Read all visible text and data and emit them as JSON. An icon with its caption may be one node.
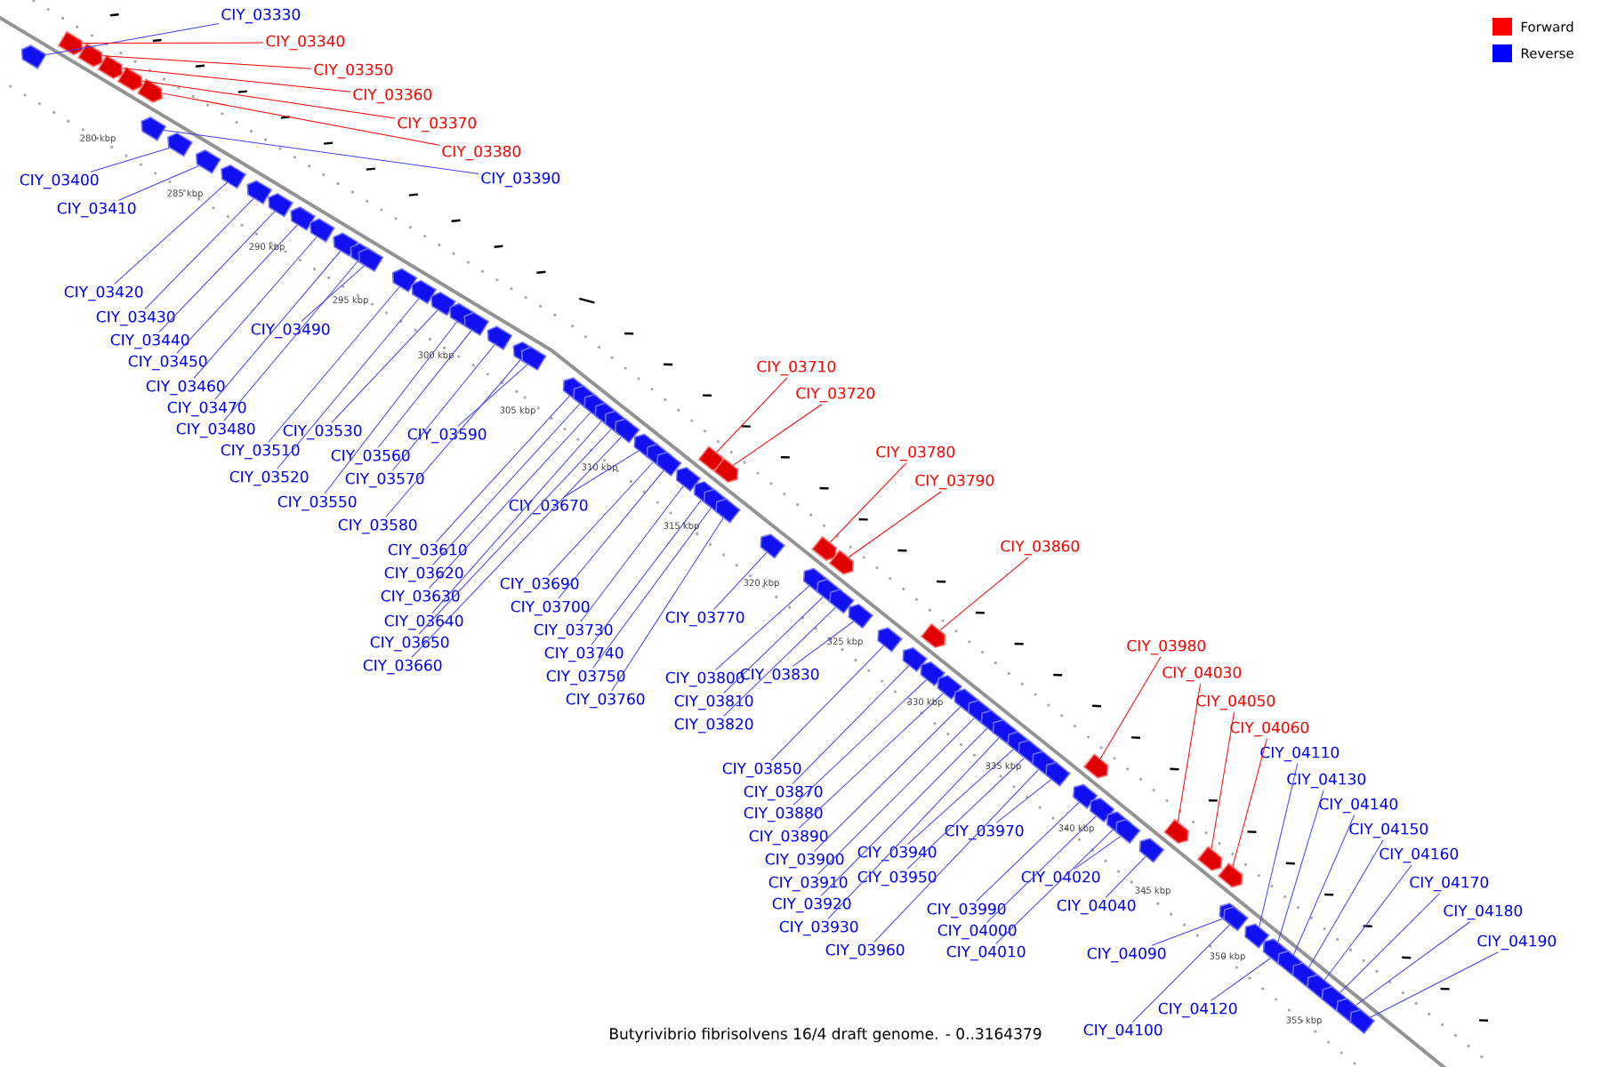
{
  "diagram": {
    "caption": "Butyrivibrio fibrisolvens 16/4 draft genome. - 0..3164379",
    "nodes": [
      {
        "text": [
          "CIY_03330"
        ]
      },
      {
        "text": [
          "CIY_03340"
        ]
      },
      {
        "text": [
          "CIY_03350"
        ]
      },
      {
        "text": [
          "CIY_03360"
        ]
      },
      {
        "text": [
          "CIY_03370"
        ]
      },
      {
        "text": [
          "CIY_03380"
        ]
      },
      {
        "text": [
          "CIY_03390"
        ]
      },
      {
        "text": [
          "CIY_03400"
        ]
      },
      {
        "text": [
          "CIY_03410"
        ]
      },
      {
        "text": [
          "CIY_03420"
        ]
      },
      {
        "text": [
          "CIY_03430"
        ]
      },
      {
        "text": [
          "CIY_03440"
        ]
      },
      {
        "text": [
          "CIY_03450"
        ]
      },
      {
        "text": [
          "CIY_03460"
        ]
      },
      {
        "text": [
          "CIY_03470"
        ]
      },
      {
        "text": [
          "CIY_03480"
        ]
      },
      {
        "text": [
          "CIY_03490"
        ]
      },
      {
        "text": [
          "CIY_03510"
        ]
      },
      {
        "text": [
          "CIY_03520"
        ]
      },
      {
        "text": [
          "CIY_03530"
        ]
      },
      {
        "text": [
          "CIY_03550"
        ]
      },
      {
        "text": [
          "CIY_03560"
        ]
      },
      {
        "text": [
          "CIY_03570"
        ]
      },
      {
        "text": [
          "CIY_03580"
        ]
      },
      {
        "text": [
          "CIY_03590"
        ]
      },
      {
        "text": [
          "CIY_03610"
        ]
      },
      {
        "text": [
          "CIY_03620"
        ]
      },
      {
        "text": [
          "CIY_03630"
        ]
      },
      {
        "text": [
          "CIY_03640"
        ]
      },
      {
        "text": [
          "CIY_03650"
        ]
      },
      {
        "text": [
          "CIY_03660"
        ]
      },
      {
        "text": [
          "CIY_03670"
        ]
      },
      {
        "text": [
          "CIY_03690"
        ]
      },
      {
        "text": [
          "CIY_03700"
        ]
      },
      {
        "text": [
          "CIY_03710"
        ]
      },
      {
        "text": [
          "CIY_03720"
        ]
      },
      {
        "text": [
          "CIY_03730"
        ]
      },
      {
        "text": [
          "CIY_03740"
        ]
      },
      {
        "text": [
          "CIY_03750"
        ]
      },
      {
        "text": [
          "CIY_03760"
        ]
      },
      {
        "text": [
          "CIY_03770"
        ]
      },
      {
        "text": [
          "CIY_03780"
        ]
      },
      {
        "text": [
          "CIY_03790"
        ]
      },
      {
        "text": [
          "CIY_03800"
        ]
      },
      {
        "text": [
          "CIY_03810"
        ]
      },
      {
        "text": [
          "CIY_03820"
        ]
      },
      {
        "text": [
          "CIY_03830"
        ]
      },
      {
        "text": [
          "CIY_03850"
        ]
      },
      {
        "text": [
          "CIY_03860"
        ]
      },
      {
        "text": [
          "CIY_03870"
        ]
      },
      {
        "text": [
          "CIY_03880"
        ]
      },
      {
        "text": [
          "CIY_03890"
        ]
      },
      {
        "text": [
          "CIY_03900"
        ]
      },
      {
        "text": [
          "CIY_03910"
        ]
      },
      {
        "text": [
          "CIY_03920"
        ]
      },
      {
        "text": [
          "CIY_03930"
        ]
      },
      {
        "text": [
          "CIY_03940"
        ]
      },
      {
        "text": [
          "CIY_03950"
        ]
      },
      {
        "text": [
          "CIY_03960"
        ]
      },
      {
        "text": [
          "CIY_03970"
        ]
      },
      {
        "text": [
          "CIY_03980"
        ]
      },
      {
        "text": [
          "CIY_03990"
        ]
      },
      {
        "text": [
          "CIY_04000"
        ]
      },
      {
        "text": [
          "CIY_04010"
        ]
      },
      {
        "text": [
          "CIY_04020"
        ]
      },
      {
        "text": [
          "CIY_04030"
        ]
      },
      {
        "text": [
          "CIY_04040"
        ]
      },
      {
        "text": [
          "CIY_04050"
        ]
      },
      {
        "text": [
          "CIY_04060"
        ]
      },
      {
        "text": [
          "CIY_04090"
        ]
      },
      {
        "text": [
          "CIY_04100"
        ]
      },
      {
        "text": [
          "CIY_04110"
        ]
      },
      {
        "text": [
          "CIY_04120"
        ]
      },
      {
        "text": [
          "CIY_04130"
        ]
      },
      {
        "text": [
          "CIY_04140"
        ]
      },
      {
        "text": [
          "CIY_04150"
        ]
      },
      {
        "text": [
          "CIY_04160"
        ]
      },
      {
        "text": [
          "CIY_04170"
        ]
      },
      {
        "text": [
          "CIY_04180"
        ]
      },
      {
        "text": [
          "CIY_04190"
        ]
      },
      {
        "text": [],
        "shape": "box"
      },
      {
        "text": [],
        "shape": "box"
      },
      {
        "text": [],
        "shape": "box"
      },
      {
        "text": [],
        "shape": "box"
      },
      {
        "text": [],
        "shape": "box"
      },
      {
        "text": [],
        "shape": "box"
      },
      {
        "text": [],
        "shape": "box"
      },
      {
        "text": [],
        "shape": "box"
      },
      {
        "text": [],
        "shape": "box"
      },
      {
        "text": [],
        "shape": "box"
      },
      {
        "text": [],
        "shape": "box"
      },
      {
        "text": [],
        "shape": "box"
      },
      {
        "text": [],
        "shape": "box"
      },
      {
        "text": [],
        "shape": "box"
      },
      {
        "text": [],
        "shape": "box"
      },
      {
        "text": [],
        "shape": "box"
      },
      {
        "text": [],
        "shape": "box"
      },
      {
        "text": [],
        "shape": "box"
      },
      {
        "text": [],
        "shape": "box"
      },
      {
        "text": [],
        "shape": "box"
      },
      {
        "text": [],
        "shape": "box"
      },
      {
        "text": [],
        "shape": "box"
      },
      {
        "text": [],
        "shape": "box"
      },
      {
        "text": [],
        "shape": "box"
      },
      {
        "text": [],
        "shape": "box"
      },
      {
        "text": [],
        "shape": "box"
      },
      {
        "text": [],
        "shape": "box"
      },
      {
        "text": [],
        "shape": "box"
      },
      {
        "text": [],
        "shape": "box"
      },
      {
        "text": [],
        "shape": "box"
      },
      {
        "text": [],
        "shape": "box"
      },
      {
        "text": [],
        "shape": "box"
      },
      {
        "text": [],
        "shape": "box"
      },
      {
        "text": [],
        "shape": "box"
      },
      {
        "text": [],
        "shape": "box"
      },
      {
        "text": [],
        "shape": "box"
      },
      {
        "text": [],
        "shape": "box"
      },
      {
        "text": [],
        "shape": "box"
      },
      {
        "text": [],
        "shape": "box"
      },
      {
        "text": [],
        "shape": "box"
      },
      {
        "text": [],
        "shape": "box"
      },
      {
        "text": [],
        "shape": "box"
      },
      {
        "text": [],
        "shape": "box"
      },
      {
        "text": [],
        "shape": "box"
      },
      {
        "text": [],
        "shape": "box"
      },
      {
        "text": [],
        "shape": "box"
      },
      {
        "text": [],
        "shape": "box"
      },
      {
        "text": [],
        "shape": "box"
      },
      {
        "text": [],
        "shape": "box"
      },
      {
        "text": [],
        "shape": "box"
      },
      {
        "text": [],
        "shape": "box"
      },
      {
        "text": [],
        "shape": "box"
      },
      {
        "text": [],
        "shape": "box"
      },
      {
        "text": [],
        "shape": "box"
      },
      {
        "text": [],
        "shape": "box"
      },
      {
        "text": [],
        "shape": "box"
      },
      {
        "text": [],
        "shape": "box"
      },
      {
        "text": [],
        "shape": "box"
      },
      {
        "text": [],
        "shape": "box"
      },
      {
        "text": [],
        "shape": "box"
      },
      {
        "text": [],
        "shape": "box"
      },
      {
        "text": [],
        "shape": "box"
      },
      {
        "text": [],
        "shape": "box"
      },
      {
        "text": [],
        "shape": "box"
      },
      {
        "text": [],
        "shape": "box"
      },
      {
        "text": [],
        "shape": "box"
      },
      {
        "text": [],
        "shape": "box"
      },
      {
        "text": [],
        "shape": "box"
      },
      {
        "text": [],
        "shape": "box"
      },
      {
        "text": [],
        "shape": "box"
      },
      {
        "text": [],
        "shape": "box"
      },
      {
        "text": [],
        "shape": "box"
      },
      {
        "text": [],
        "shape": "box"
      },
      {
        "text": [],
        "shape": "box"
      },
      {
        "text": [],
        "shape": "box"
      },
      {
        "text": [],
        "shape": "box"
      },
      {
        "text": [],
        "shape": "box"
      },
      {
        "text": [],
        "shape": "box"
      },
      {
        "text": [],
        "shape": "box"
      },
      {
        "text": [],
        "shape": "box"
      }
    ],
    "edges": [
      {
        "from": 0,
        "to": 80,
        "arrow": "none"
      },
      {
        "from": 1,
        "to": 81,
        "arrow": "none",
        "color": "#ff0000"
      },
      {
        "from": 2,
        "to": 82,
        "arrow": "none",
        "color": "#ff0000"
      },
      {
        "from": 3,
        "to": 83,
        "arrow": "none",
        "color": "#ff0000"
      },
      {
        "from": 4,
        "to": 84,
        "arrow": "none",
        "color": "#ff0000"
      },
      {
        "from": 5,
        "to": 85,
        "arrow": "none",
        "color": "#ff0000"
      },
      {
        "from": 6,
        "to": 86,
        "arrow": "none"
      },
      {
        "from": 7,
        "to": 87,
        "arrow": "none"
      },
      {
        "from": 8,
        "to": 88,
        "arrow": "none"
      },
      {
        "from": 9,
        "to": 89,
        "arrow": "none"
      },
      {
        "from": 10,
        "to": 90,
        "arrow": "none"
      },
      {
        "from": 11,
        "to": 91,
        "arrow": "none"
      },
      {
        "from": 12,
        "to": 92,
        "arrow": "none"
      },
      {
        "from": 13,
        "to": 93,
        "arrow": "none"
      },
      {
        "from": 14,
        "to": 94,
        "arrow": "none"
      },
      {
        "from": 15,
        "to": 95,
        "arrow": "none"
      },
      {
        "from": 16,
        "to": 96,
        "arrow": "none"
      },
      {
        "from": 17,
        "to": 97,
        "arrow": "none"
      },
      {
        "from": 18,
        "to": 98,
        "arrow": "none"
      },
      {
        "from": 19,
        "to": 99,
        "arrow": "none"
      },
      {
        "from": 20,
        "to": 100,
        "arrow": "none"
      },
      {
        "from": 21,
        "to": 101,
        "arrow": "none"
      },
      {
        "from": 22,
        "to": 102,
        "arrow": "none"
      },
      {
        "from": 23,
        "to": 103,
        "arrow": "none"
      },
      {
        "from": 24,
        "to": 104,
        "arrow": "none"
      },
      {
        "from": 25,
        "to": 105,
        "arrow": "none"
      },
      {
        "from": 26,
        "to": 106,
        "arrow": "none"
      },
      {
        "from": 27,
        "to": 107,
        "arrow": "none"
      },
      {
        "from": 28,
        "to": 108,
        "arrow": "none"
      },
      {
        "from": 29,
        "to": 109,
        "arrow": "none"
      },
      {
        "from": 30,
        "to": 110,
        "arrow": "none"
      },
      {
        "from": 31,
        "to": 111,
        "arrow": "none"
      },
      {
        "from": 32,
        "to": 112,
        "arrow": "none"
      },
      {
        "from": 33,
        "to": 113,
        "arrow": "none"
      },
      {
        "from": 34,
        "to": 114,
        "arrow": "none",
        "color": "#ff0000"
      },
      {
        "from": 35,
        "to": 115,
        "arrow": "none",
        "color": "#ff0000"
      },
      {
        "from": 36,
        "to": 116,
        "arrow": "none"
      },
      {
        "from": 37,
        "to": 117,
        "arrow": "none"
      },
      {
        "from": 38,
        "to": 118,
        "arrow": "none"
      },
      {
        "from": 39,
        "to": 119,
        "arrow": "none"
      },
      {
        "from": 40,
        "to": 120,
        "arrow": "none"
      },
      {
        "from": 41,
        "to": 121,
        "arrow": "none",
        "color": "#ff0000"
      },
      {
        "from": 42,
        "to": 122,
        "arrow": "none",
        "color": "#ff0000"
      },
      {
        "from": 43,
        "to": 123,
        "arrow": "none"
      },
      {
        "from": 44,
        "to": 124,
        "arrow": "none"
      },
      {
        "from": 45,
        "to": 125,
        "arrow": "none"
      },
      {
        "from": 46,
        "to": 126,
        "arrow": "none"
      },
      {
        "from": 47,
        "to": 127,
        "arrow": "none"
      },
      {
        "from": 48,
        "to": 128,
        "arrow": "none",
        "color": "#ff0000"
      },
      {
        "from": 49,
        "to": 129,
        "arrow": "none"
      },
      {
        "from": 50,
        "to": 130,
        "arrow": "none"
      },
      {
        "from": 51,
        "to": 131,
        "arrow": "none"
      },
      {
        "from": 52,
        "to": 132,
        "arrow": "none"
      },
      {
        "from": 53,
        "to": 133,
        "arrow": "none"
      },
      {
        "from": 54,
        "to": 134,
        "arrow": "none"
      },
      {
        "from": 55,
        "to": 135,
        "arrow": "none"
      },
      {
        "from": 56,
        "to": 136,
        "arrow": "none"
      },
      {
        "from": 57,
        "to": 137,
        "arrow": "none"
      },
      {
        "from": 58,
        "to": 138,
        "arrow": "none"
      },
      {
        "from": 59,
        "to": 139,
        "arrow": "none"
      },
      {
        "from": 60,
        "to": 140,
        "arrow": "none",
        "color": "#ff0000"
      },
      {
        "from": 61,
        "to": 141,
        "arrow": "none"
      },
      {
        "from": 62,
        "to": 142,
        "arrow": "none"
      },
      {
        "from": 63,
        "to": 143,
        "arrow": "none"
      },
      {
        "from": 64,
        "to": 144,
        "arrow": "none"
      },
      {
        "from": 65,
        "to": 145,
        "arrow": "none",
        "color": "#ff0000"
      },
      {
        "from": 66,
        "to": 146,
        "arrow": "none"
      },
      {
        "from": 67,
        "to": 147,
        "arrow": "none",
        "color": "#ff0000"
      },
      {
        "from": 68,
        "to": 148,
        "arrow": "none",
        "color": "#ff0000"
      },
      {
        "from": 69,
        "to": 149,
        "arrow": "none"
      },
      {
        "from": 70,
        "to": 150,
        "arrow": "none"
      },
      {
        "from": 71,
        "to": 151,
        "arrow": "none"
      },
      {
        "from": 72,
        "to": 152,
        "arrow": "none"
      },
      {
        "from": 73,
        "to": 153,
        "arrow": "none"
      },
      {
        "from": 74,
        "to": 154,
        "arrow": "none"
      },
      {
        "from": 75,
        "to": 155,
        "arrow": "none"
      },
      {
        "from": 76,
        "to": 156,
        "arrow": "none"
      },
      {
        "from": 77,
        "to": 157,
        "arrow": "none"
      },
      {
        "from": 78,
        "to": 158,
        "arrow": "none"
      },
      {
        "from": 79,
        "to": 159,
        "arrow": "none"
      }
    ],
    "labels": [
      "280 kbp",
      "285 kbp",
      "290 kbp",
      "295 kbp",
      "300 kbp",
      "305 kbp",
      "310 kbp",
      "315 kbp",
      "320 kbp",
      "325 kbp",
      "330 kbp",
      "335 kbp",
      "340 kbp",
      "345 kbp",
      "350 kbp",
      "355 kbp"
    ],
    "legend": [
      {
        "text": "Forward",
        "color": "#ff0000"
      },
      {
        "text": "Reverse",
        "color": "#0000ff"
      }
    ]
  }
}
